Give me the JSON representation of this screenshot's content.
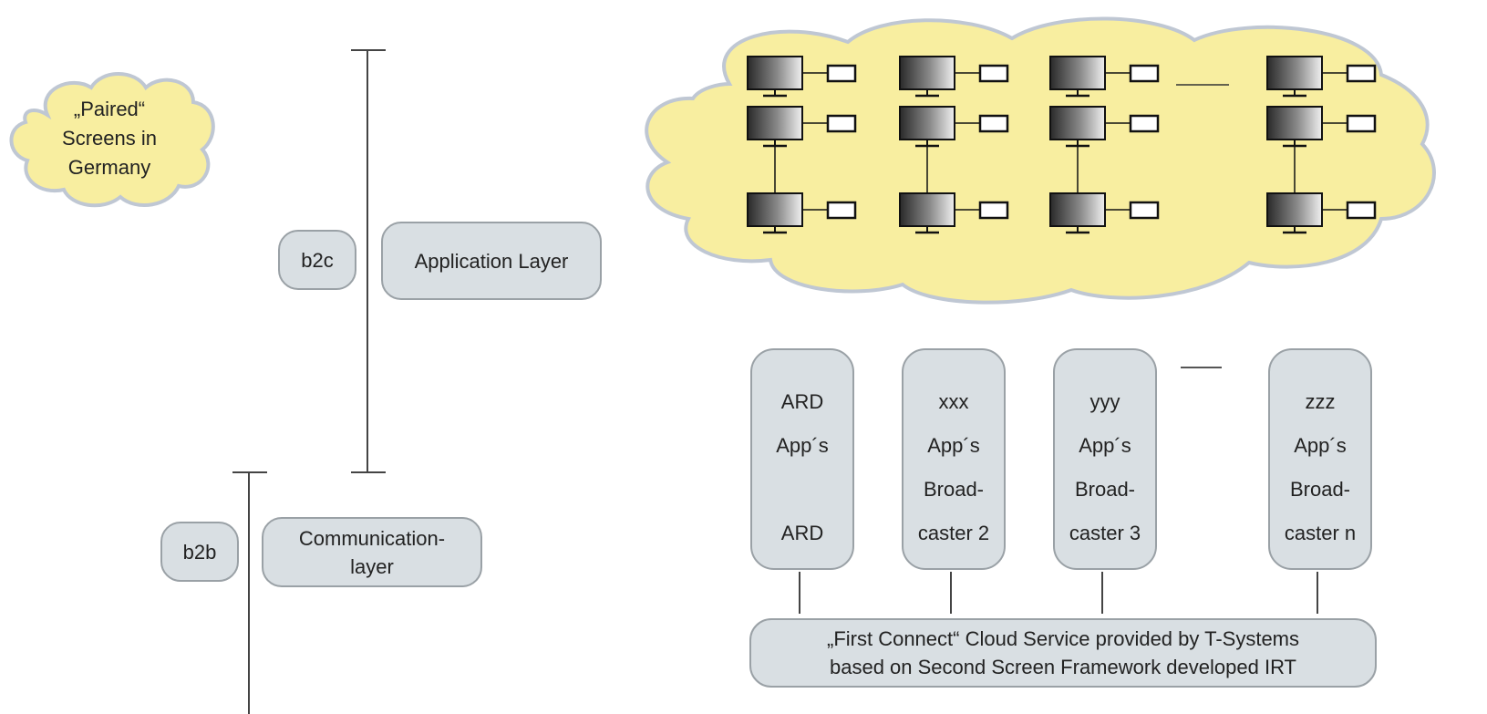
{
  "paired_cloud": {
    "lines": [
      "„Paired“",
      "Screens in",
      "Germany"
    ]
  },
  "layers": {
    "b2c_label": "b2c",
    "application_layer": "Application Layer",
    "b2b_label": "b2b",
    "communication_layer_line1": "Communication-",
    "communication_layer_line2": "layer"
  },
  "broadcasters": [
    {
      "name": "ARD",
      "apps": "App´s",
      "line3": "",
      "line4": "ARD"
    },
    {
      "name": "xxx",
      "apps": "App´s",
      "line3": "Broad-",
      "line4": "caster  2"
    },
    {
      "name": "yyy",
      "apps": "App´s",
      "line3": "Broad-",
      "line4": "caster 3"
    },
    {
      "name": "zzz",
      "apps": "App´s",
      "line3": "Broad-",
      "line4": "caster n"
    }
  ],
  "cloud_service": {
    "line1": "„First Connect“ Cloud Service provided by T-Systems",
    "line2": "based on Second Screen Framework developed IRT"
  },
  "colors": {
    "cloud_fill": "#f8eea0",
    "cloud_stroke": "#bfc7d3",
    "box_fill": "#d9dfe3",
    "box_stroke": "#9aa1a6"
  },
  "icons": {
    "device": "monitor-with-tablet-icon"
  }
}
